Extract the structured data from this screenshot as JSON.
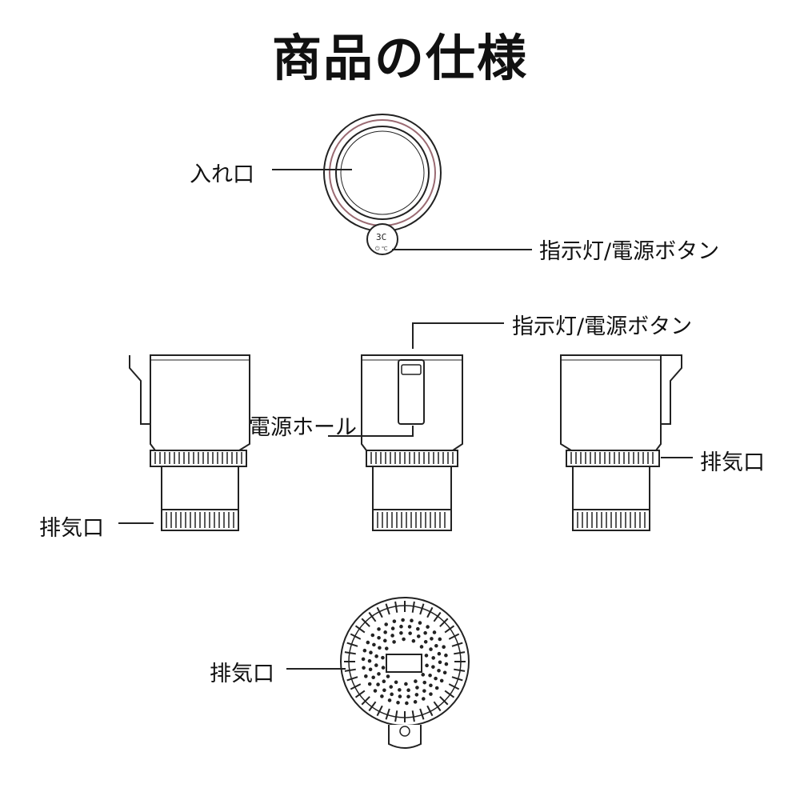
{
  "title": "商品の仕様",
  "labels": {
    "top_opening": "入れ口",
    "top_indicator": "指示灯/電源ボタン",
    "front_indicator": "指示灯/電源ボタン",
    "power_hole": "電源ホール",
    "exhaust_left": "排気口",
    "exhaust_right": "排気口",
    "exhaust_bottom": "排気口"
  },
  "display": {
    "temperature": "3C",
    "button_marks": "⏻ ℃"
  },
  "colors": {
    "line": "#222222",
    "body": "#ffffff",
    "accent": "#9a6a72"
  }
}
